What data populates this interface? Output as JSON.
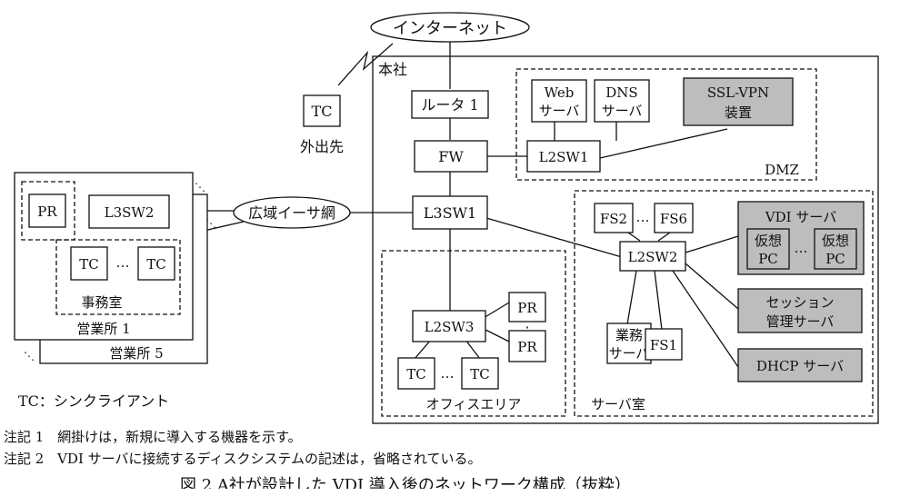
{
  "internet": "インターネット",
  "remote": {
    "tc": "TC",
    "label": "外出先"
  },
  "head_office": {
    "label": "本社",
    "router": "ルータ 1",
    "fw": "FW",
    "l3sw1": "L3SW1",
    "dmz": {
      "label": "DMZ",
      "web_server": [
        "Web",
        "サーバ"
      ],
      "dns_server": [
        "DNS",
        "サーバ"
      ],
      "ssl_vpn": [
        "SSL-VPN",
        "装置"
      ],
      "l2sw1": "L2SW1"
    },
    "office_area": {
      "label": "オフィスエリア",
      "l2sw3": "L2SW3",
      "pr_top": "PR",
      "pr_bottom": "PR",
      "tc_left": "TC",
      "tc_right": "TC",
      "ellipsis": "…",
      "vdots": "⋮"
    },
    "server_room": {
      "label": "サーバ室",
      "fs2": "FS2",
      "fs6": "FS6",
      "ellipsis": "…",
      "l2sw2": "L2SW2",
      "biz_server": [
        "業務",
        "サーバ"
      ],
      "fs1": "FS1",
      "vdi_server": "VDI サーバ",
      "vm_left": [
        "仮想",
        "PC"
      ],
      "vm_right": [
        "仮想",
        "PC"
      ],
      "session_server": [
        "セッション",
        "管理サーバ"
      ],
      "dhcp_server": "DHCP サーバ"
    }
  },
  "wan": "広域イーサ網",
  "branch": {
    "label": "営業所 1",
    "label_back": "営業所 5",
    "pr": "PR",
    "l3sw2": "L3SW2",
    "tc_left": "TC",
    "tc_right": "TC",
    "ellipsis": "…",
    "office": "事務室"
  },
  "legend": "TC：シンクライアント",
  "notes": [
    {
      "label": "注記 1",
      "text": "網掛けは，新規に導入する機器を示す。"
    },
    {
      "label": "注記 2",
      "text": "VDI サーバに接続するディスクシステムの記述は，省略されている。"
    }
  ],
  "caption": "図 2 A社が設計した VDI 導入後のネットワーク構成（抜粋）",
  "colors": {
    "new_device_fill": "#bdbdbd",
    "line": "#111111"
  }
}
